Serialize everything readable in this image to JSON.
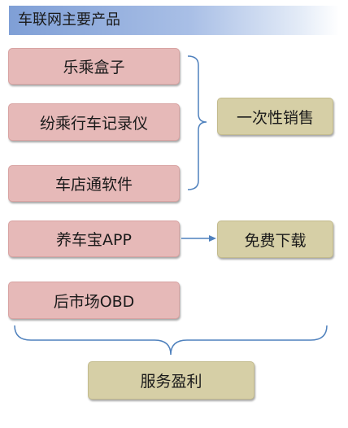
{
  "title": "车联网主要产品",
  "products": [
    {
      "label": "乐乘盒子"
    },
    {
      "label": "纷乘行车记录仪"
    },
    {
      "label": "车店通软件"
    },
    {
      "label": "养车宝APP"
    },
    {
      "label": "后市场OBD"
    }
  ],
  "outcomes": {
    "one_time_sale": "一次性销售",
    "free_download": "免费下载",
    "service_profit": "服务盈利"
  },
  "colors": {
    "product_box": "#e6b9b8",
    "outcome_box": "#d6cfa6",
    "connector": "#4f81bd",
    "title_gradient_start": "#7f9fd6"
  }
}
